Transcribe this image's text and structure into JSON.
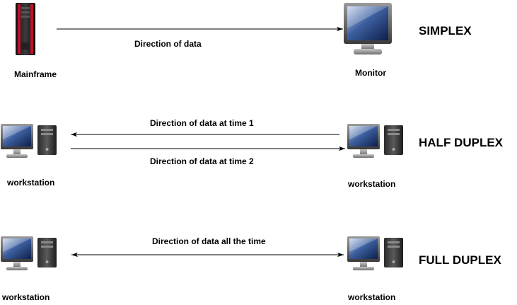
{
  "simplex": {
    "mode_title": "SIMPLEX",
    "sender_label": "Mainframe",
    "receiver_label": "Monitor",
    "arrow_label": "Direction of data"
  },
  "half_duplex": {
    "mode_title": "HALF DUPLEX",
    "left_label": "workstation",
    "right_label": "workstation",
    "arrow_label_time1": "Direction of data at time 1",
    "arrow_label_time2": "Direction of data at time 2"
  },
  "full_duplex": {
    "mode_title": "FULL DUPLEX",
    "left_label": "workstation",
    "right_label": "workstation",
    "arrow_label": "Direction  of data all the time"
  }
}
